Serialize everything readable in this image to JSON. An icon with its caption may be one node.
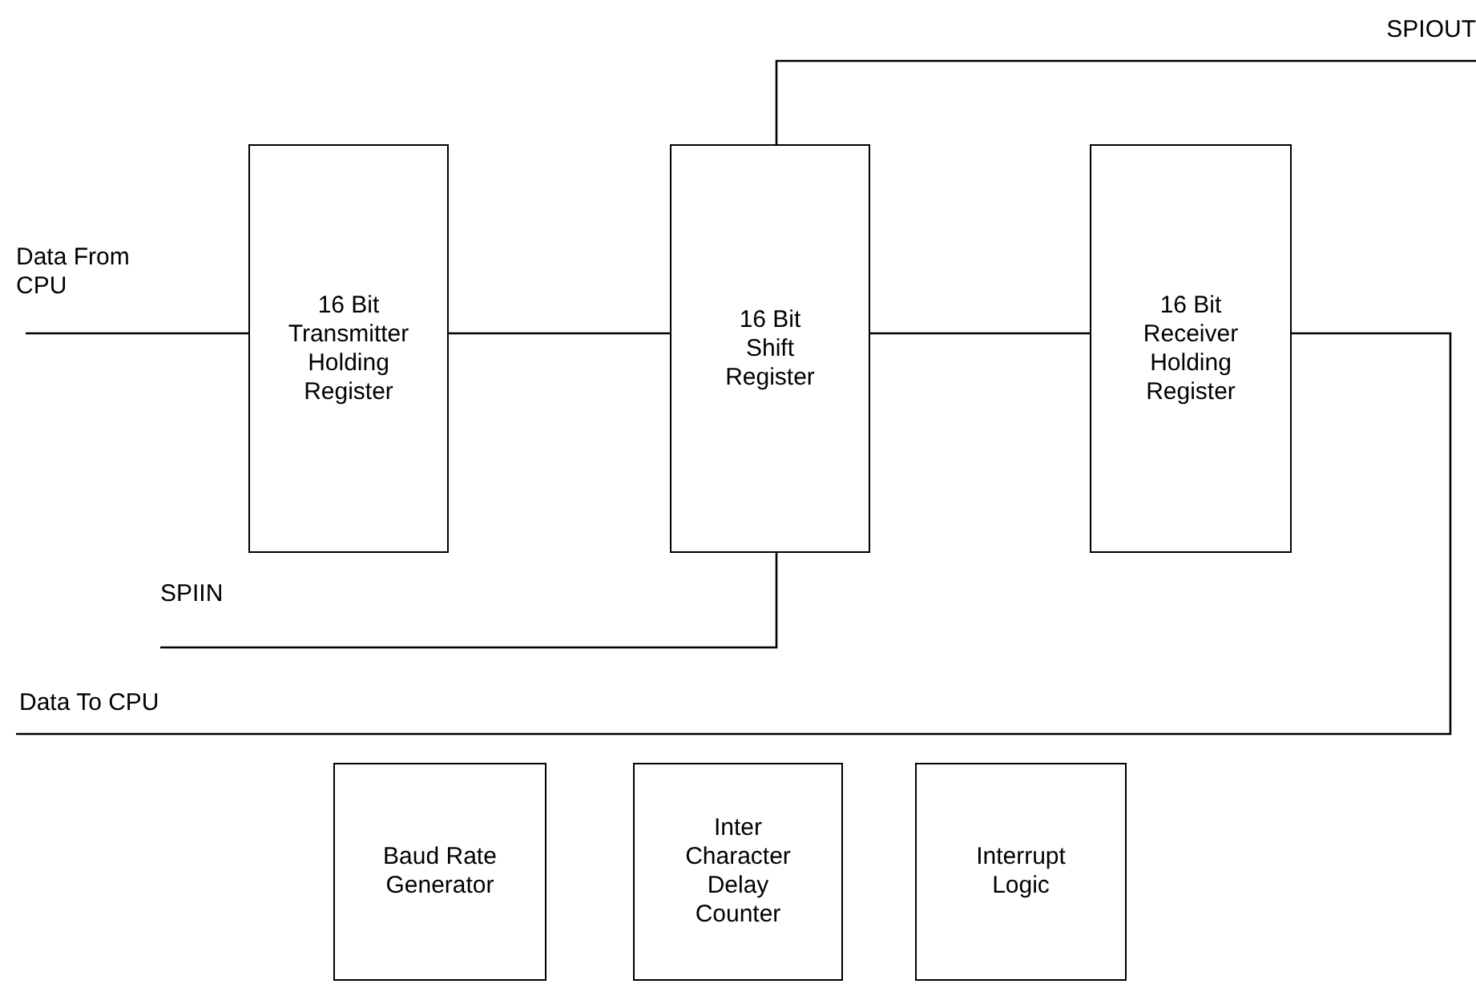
{
  "diagram": {
    "nodes": [
      {
        "text": [
          "Data From CPU"
        ]
      },
      {
        "text": [
          "16 Bit Transmitter Holding Register"
        ]
      },
      {
        "text": [
          "16 Bit Shift Register"
        ]
      },
      {
        "text": [
          "16 Bit Receiver Holding Register"
        ]
      },
      {
        "text": [
          "SPIOUT"
        ]
      },
      {
        "text": [
          "SPIIN"
        ]
      },
      {
        "text": [
          "Data To CPU"
        ]
      },
      {
        "text": [
          "Baud Rate Generator"
        ]
      },
      {
        "text": [
          "Inter Character Delay Counter"
        ]
      },
      {
        "text": [
          "Interrupt Logic"
        ]
      }
    ],
    "edges": [
      {
        "from": 0,
        "to": 1,
        "arrow": "none"
      },
      {
        "from": 1,
        "to": 2,
        "arrow": "none"
      },
      {
        "from": 2,
        "to": 3,
        "arrow": "none"
      },
      {
        "from": 2,
        "to": 4,
        "arrow": "none"
      },
      {
        "from": 5,
        "to": 2,
        "arrow": "none"
      },
      {
        "from": 3,
        "to": 6,
        "arrow": "none"
      }
    ]
  }
}
